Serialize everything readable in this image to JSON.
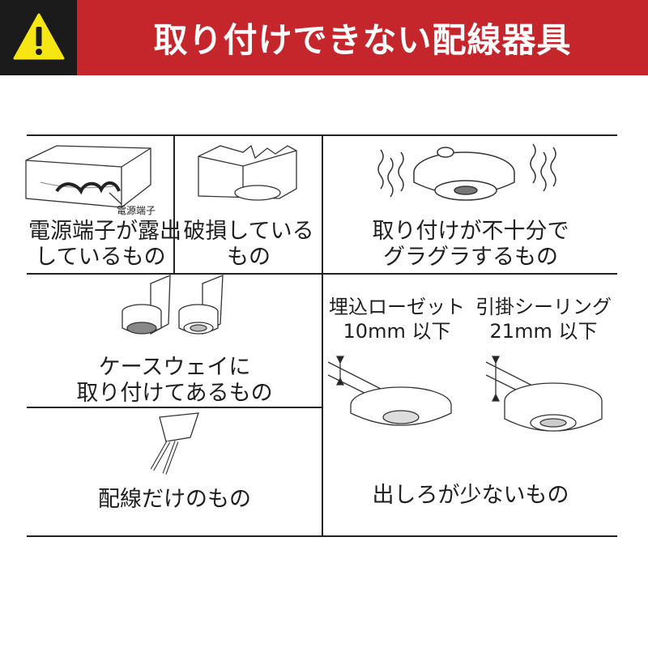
{
  "header": {
    "title": "取り付けできない配線器具",
    "warning_icon": "warning-triangle-icon",
    "colors": {
      "title_bar": "#c4262c",
      "icon_bg": "#1b1b1b",
      "icon_fill": "#f5e614"
    }
  },
  "cells": {
    "exposed_terminal": {
      "line1": "電源端子が露出",
      "line2": "しているもの",
      "callout": "電源端子"
    },
    "damaged": {
      "line1": "破損している",
      "line2": "もの"
    },
    "loose": {
      "line1": "取り付けが不十分で",
      "line2": "グラグラするもの"
    },
    "caseway": {
      "line1": "ケースウェイに",
      "line2": "取り付けてあるもの"
    },
    "wiring_only": {
      "line1": "配線だけのもの"
    },
    "short_protrusion": {
      "left_line1": "埋込ローゼット",
      "left_line2": "10mm 以下",
      "right_line1": "引掛シーリング",
      "right_line2": "21mm 以下",
      "caption": "出しろが少ないもの"
    }
  }
}
